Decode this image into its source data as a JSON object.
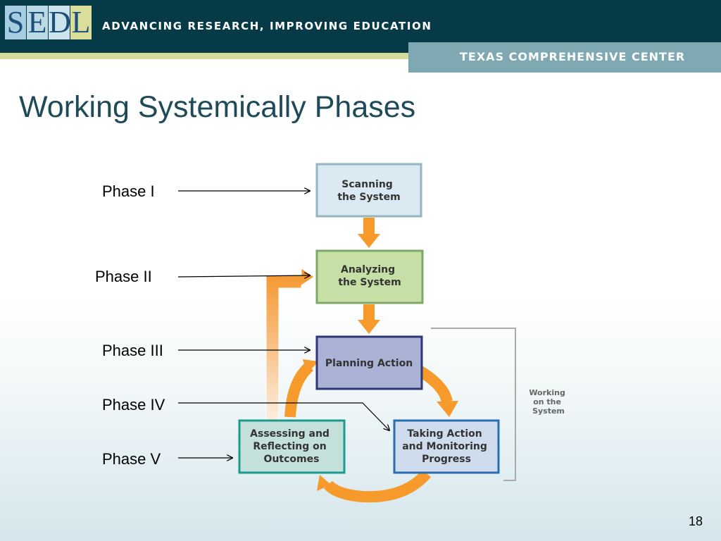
{
  "header": {
    "logo_letters": [
      "S",
      "E",
      "D",
      "L"
    ],
    "tagline": "ADVANCING RESEARCH, IMPROVING EDUCATION",
    "center_name": "TEXAS COMPREHENSIVE CENTER"
  },
  "slide": {
    "title": "Working Systemically Phases",
    "page_number": "18"
  },
  "phases": {
    "p1": "Phase I",
    "p2": "Phase II",
    "p3": "Phase III",
    "p4": "Phase IV",
    "p5": "Phase V"
  },
  "boxes": {
    "scanning": [
      "Scanning",
      "the System"
    ],
    "analyzing": [
      "Analyzing",
      "the System"
    ],
    "planning": [
      "Planning Action"
    ],
    "taking": [
      "Taking Action",
      "and Monitoring",
      "Progress"
    ],
    "assessing": [
      "Assessing and",
      "Reflecting on",
      "Outcomes"
    ]
  },
  "bracket_label": [
    "Working",
    "on the",
    "System"
  ],
  "colors": {
    "header_bg": "#063a47",
    "accent_orange": "#f59a2b",
    "scanning_fill": "#dbeaf2",
    "analyzing_fill": "#c6dfa6",
    "planning_fill": "#aab2d6",
    "taking_fill": "#cfdcee",
    "assessing_fill": "#c4e0da"
  }
}
